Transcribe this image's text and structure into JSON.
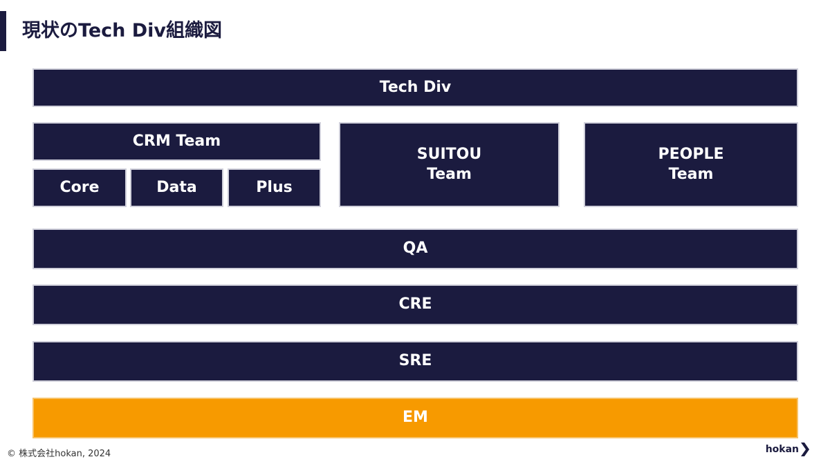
{
  "header": {
    "title": "現状のTech Div組織図"
  },
  "org": {
    "tech_div": "Tech Div",
    "crm_team": "CRM Team",
    "crm_subteams": [
      "Core",
      "Data",
      "Plus"
    ],
    "suitou_team": [
      "SUITOU",
      "Team"
    ],
    "people_team": [
      "PEOPLE",
      "Team"
    ],
    "qa": "QA",
    "cre": "CRE",
    "sre": "SRE",
    "em": "EM"
  },
  "footer": {
    "copyright": "© 株式会社hokan, 2024",
    "logo_text": "hokan"
  },
  "colors": {
    "navy": "#1b1b3f",
    "orange": "#f79a00"
  },
  "icons": {
    "logo": "chevron-right-icon"
  }
}
